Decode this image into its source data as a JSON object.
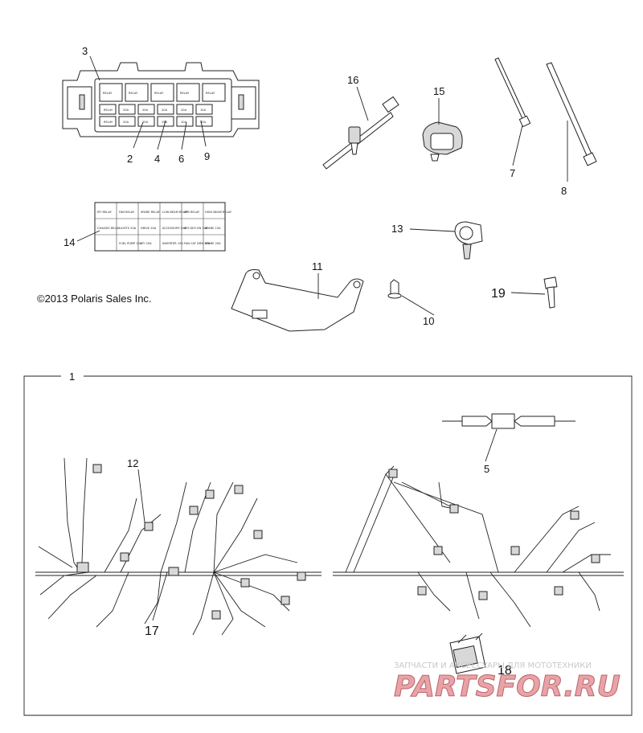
{
  "copyright": "©2013 Polaris Sales Inc.",
  "callouts": {
    "n1": "1",
    "n2": "2",
    "n3": "3",
    "n4": "4",
    "n5": "5",
    "n6": "6",
    "n7": "7",
    "n8": "8",
    "n9": "9",
    "n10": "10",
    "n11": "11",
    "n12": "12",
    "n13": "13",
    "n14": "14",
    "n15": "15",
    "n16": "16",
    "n17": "17",
    "n18": "18",
    "n19": "19"
  },
  "fuse_box_labels": {
    "relay": "RELAY",
    "fuse_20a": "20A",
    "fuse_15a": "15A",
    "fuse_10a": "10A"
  },
  "label_card": {
    "row1": [
      "EFI RELAY",
      "FAN RELAY",
      "SPARE RELAY",
      "LOW BEAM RELAY",
      "EPS RELAY",
      "HIGH BEAM RELAY"
    ],
    "row2": [
      "CHASSIS RELAY",
      "LIGHTS 20A",
      "DRIVE 20A",
      "ACCESSORY 20A",
      "EPS KEY-ON 10A",
      "SPARE 15A"
    ],
    "row3": [
      "",
      "FUEL PUMP 10A",
      "EFI 20A",
      "INVERTER 15A",
      "FAN CAT DRN 10A",
      "SPARE 20A"
    ]
  },
  "watermark": {
    "tagline": "ЗАПЧАСТИ И АКСЕССУАРЫ ДЛЯ МОТОТЕХНИКИ",
    "brand": "PARTSFOR.RU"
  }
}
